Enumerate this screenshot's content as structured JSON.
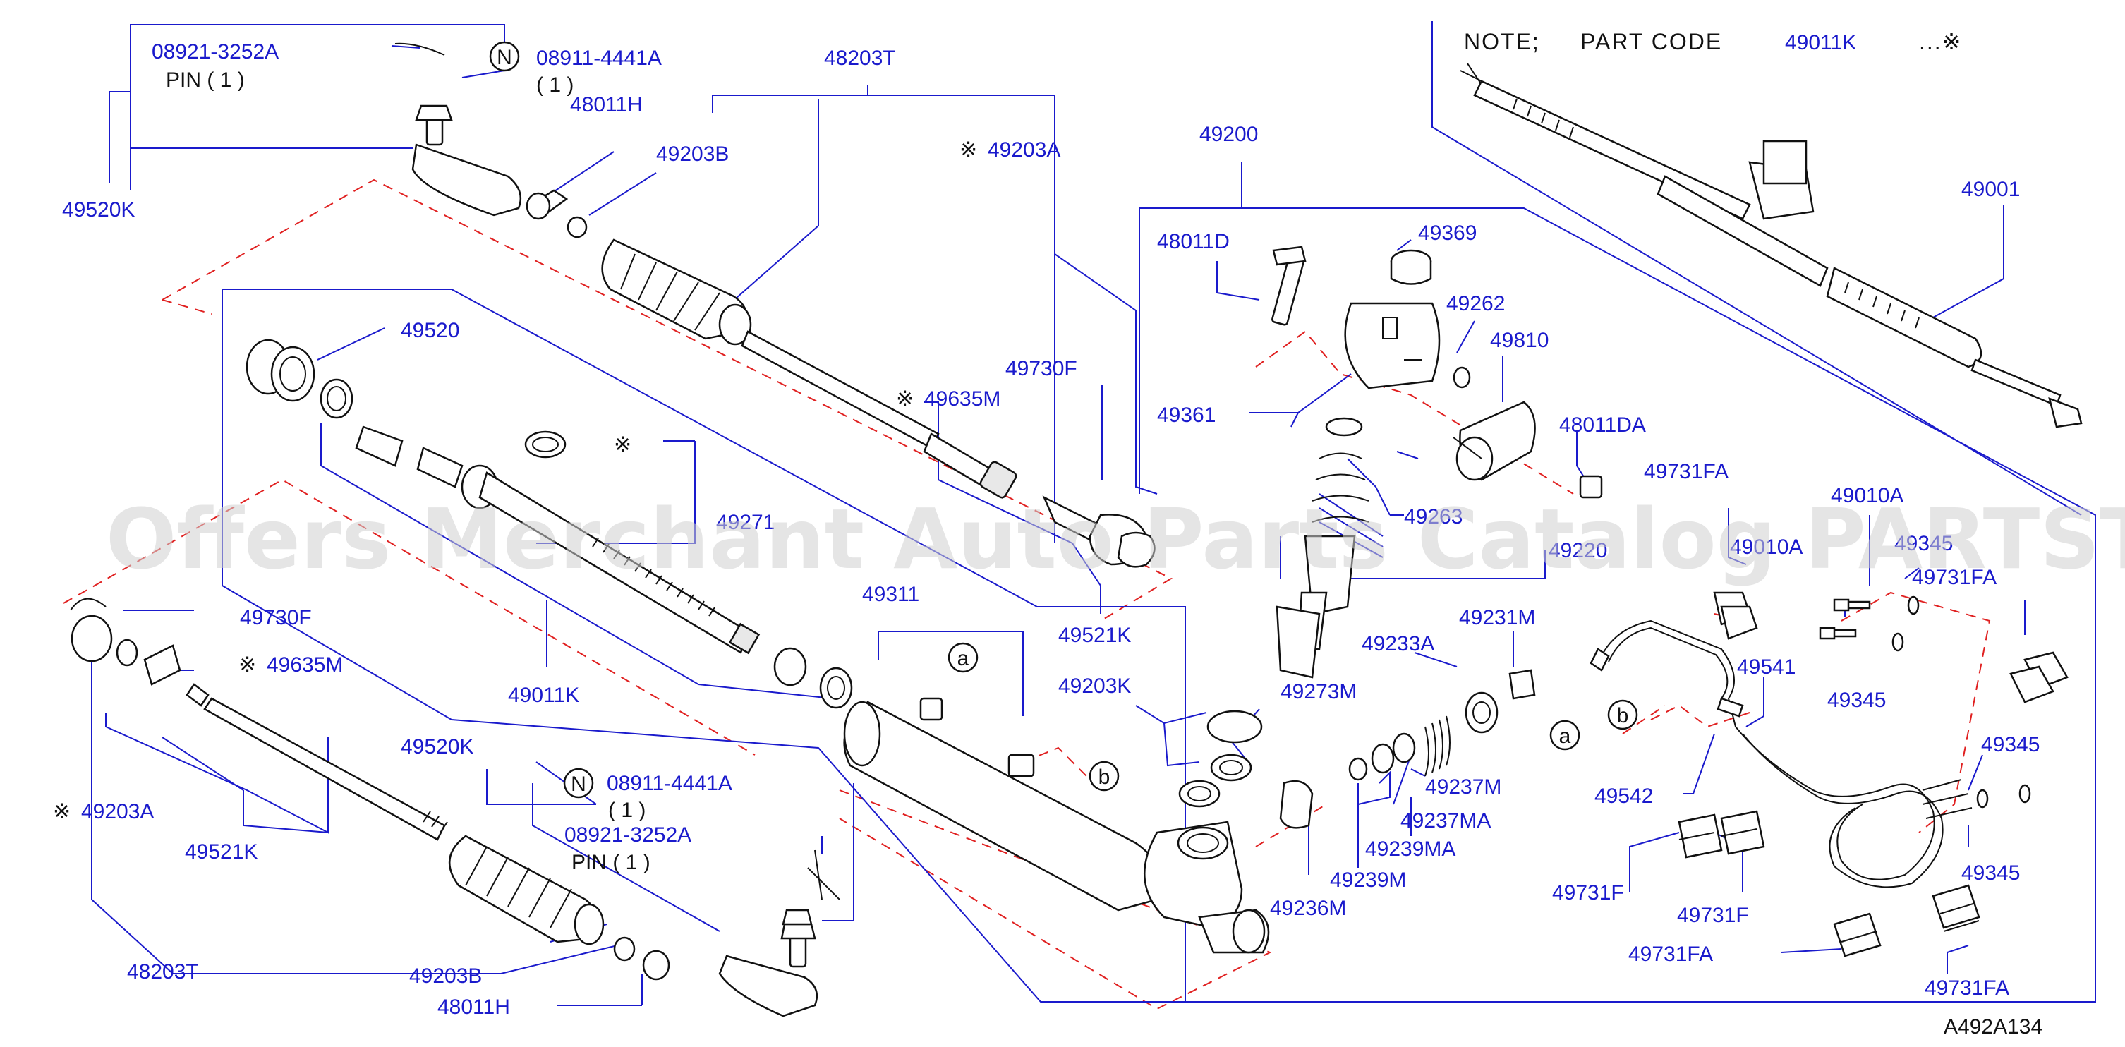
{
  "note": {
    "prefix": "NOTE;",
    "text": "PART  CODE",
    "code": "49011K",
    "suffix": "...※"
  },
  "watermark": "Offers Merchant Auto Parts Catalog PARTSTORE.SA",
  "ref_code": "A492A134",
  "markers": {
    "n": "N",
    "a": "a",
    "b": "b",
    "star": "※"
  },
  "labels": {
    "p08921_3252A_top": "08921-3252A",
    "pin_top": "PIN   ( 1 )",
    "p08911_4441A_top": "08911-4441A",
    "qty_top": "( 1 )",
    "p48011H_top": "48011H",
    "p49203B_top": "49203B",
    "p49520K_top": "49520K",
    "p48203T_top": "48203T",
    "p49203A_top": "49203A",
    "p49520": "49520",
    "p49730F_top": "49730F",
    "p49635M_top": "49635M",
    "p49271": "49271",
    "p49011K": "49011K",
    "p49521K_top": "49521K",
    "p49730F_left": "49730F",
    "p49635M_left": "49635M",
    "p49203A_left": "49203A",
    "p49521K_left": "49521K",
    "p48203T_bottom": "48203T",
    "p49203B_bottom": "49203B",
    "p48011H_bottom": "48011H",
    "p49520K_mid": "49520K",
    "p08911_4441A_mid": "08911-4441A",
    "qty_mid": "( 1 )",
    "p08921_3252A_mid": "08921-3252A",
    "pin_mid": "PIN   ( 1 )",
    "p49311": "49311",
    "p49200": "49200",
    "p48011D": "48011D",
    "p49369": "49369",
    "p49262": "49262",
    "p49810": "49810",
    "p49361": "49361",
    "p48011DA": "48011DA",
    "p49263": "49263",
    "p49220": "49220",
    "p49203K": "49203K",
    "p49273M": "49273M",
    "p49233A": "49233A",
    "p49231M": "49231M",
    "p49237M": "49237M",
    "p49237MA": "49237MA",
    "p49239MA": "49239MA",
    "p49239M": "49239M",
    "p49236M": "49236M",
    "p49001": "49001",
    "p49731FA_1": "49731FA",
    "p49010A": "49010A",
    "p49010_partial": "49010A",
    "p49345_1": "49345",
    "p49731FA_2": "49731FA",
    "p49541": "49541",
    "p49345_2": "49345",
    "p49542": "49542",
    "p49345_3": "49345",
    "p49345_4": "49345",
    "p49731F_1": "49731F",
    "p49731F_2": "49731F",
    "p49731FA_3": "49731FA",
    "p49731FA_4": "49731FA"
  }
}
